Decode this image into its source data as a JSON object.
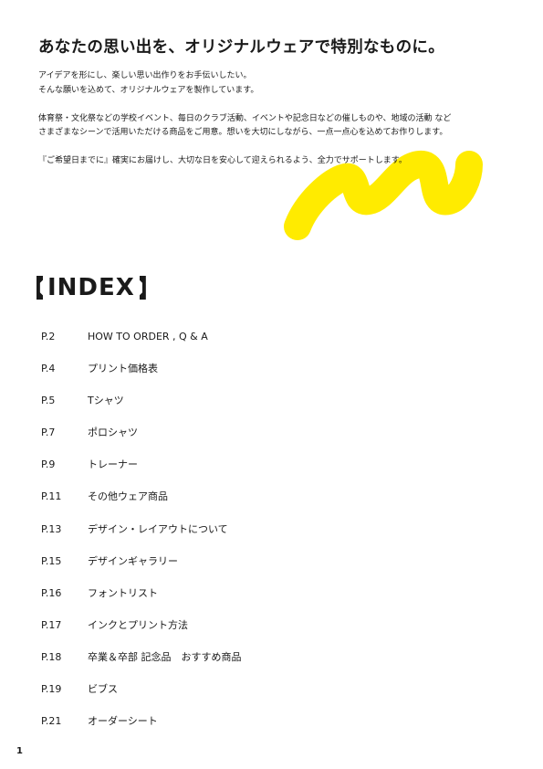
{
  "headline": "あなたの思い出を、オリジナルウェアで特別なものに。",
  "intro": [
    "アイデアを形にし、楽しい思い出作りをお手伝いしたい。",
    "そんな願いを込めて、オリジナルウェアを製作しています。",
    "体育祭・文化祭などの学校イベント、毎日のクラブ活動、イベントや記念日などの催しものや、地域の活動 など",
    "さまざまなシーンで活用いただける商品をご用意。想いを大切にしながら、一点一点心を込めてお作りします。",
    "『ご希望日までに』確実にお届けし、大切な日を安心して迎えられるよう、全力でサポートします。"
  ],
  "index_title": "INDEX",
  "toc": [
    {
      "page": "P.2",
      "title": "HOW TO ORDER , Q & A"
    },
    {
      "page": "P.4",
      "title": "プリント価格表"
    },
    {
      "page": "P.5",
      "title": "Tシャツ"
    },
    {
      "page": "P.7",
      "title": "ポロシャツ"
    },
    {
      "page": "P.9",
      "title": "トレーナー"
    },
    {
      "page": "P.11",
      "title": "その他ウェア商品"
    },
    {
      "page": "P.13",
      "title": "デザイン・レイアウトについて"
    },
    {
      "page": "P.15",
      "title": "デザインギャラリー"
    },
    {
      "page": "P.16",
      "title": "フォントリスト"
    },
    {
      "page": "P.17",
      "title": "インクとプリント方法"
    },
    {
      "page": "P.18",
      "title": "卒業＆卒部 記念品　おすすめ商品"
    },
    {
      "page": "P.19",
      "title": "ビブス"
    },
    {
      "page": "P.21",
      "title": "オーダーシート"
    }
  ],
  "page_number": "1",
  "colors": {
    "accent_brush": "#ffeb00",
    "text": "#1a1a1a"
  }
}
